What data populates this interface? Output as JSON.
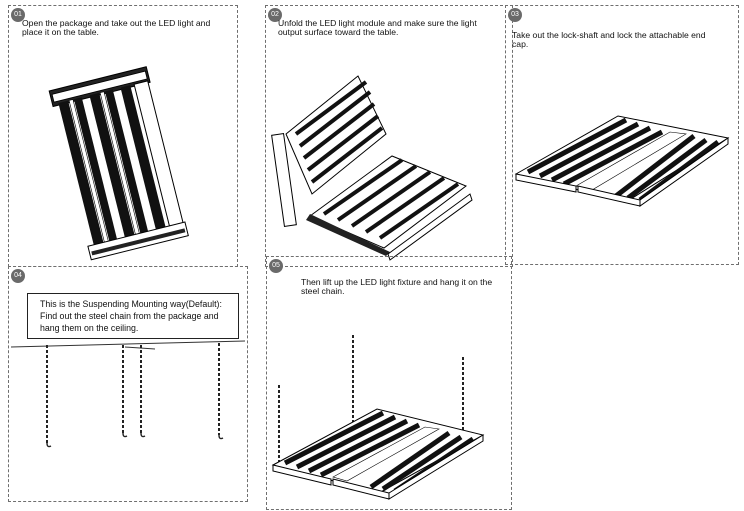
{
  "steps": [
    {
      "badge": "01",
      "text": "Open the package and take out the LED light and place it on the table."
    },
    {
      "badge": "02",
      "text": "Unfold the LED light module and make sure the light output surface toward the table."
    },
    {
      "badge": "03",
      "text": "Take out the lock-shaft and lock the attachable end cap."
    },
    {
      "badge": "04",
      "text": "This is the Suspending Mounting way(Default): Find out the steel chain from the package and hang them on the ceiling."
    },
    {
      "badge": "05",
      "text": "Then lift up the LED light fixture and hang it on the steel chain."
    }
  ],
  "icons": [
    "fixture-packed-illustration",
    "fixture-unfolding-illustration",
    "fixture-flat-illustration",
    "ceiling-chains-illustration",
    "fixture-hanging-illustration"
  ]
}
